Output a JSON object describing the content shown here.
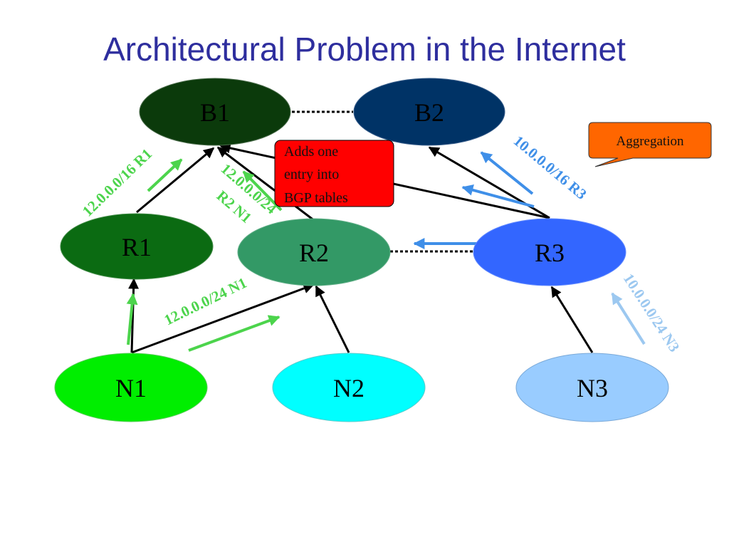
{
  "title": "Architectural Problem in the Internet",
  "nodes": {
    "b1": {
      "label": "B1",
      "color": "#0b3a0b",
      "text_color": "#000000"
    },
    "b2": {
      "label": "B2",
      "color": "#003366",
      "text_color": "#000000"
    },
    "r1": {
      "label": "R1",
      "color": "#0b6b12",
      "text_color": "#000000"
    },
    "r2": {
      "label": "R2",
      "color": "#339966",
      "text_color": "#000000"
    },
    "r3": {
      "label": "R3",
      "color": "#3366ff",
      "text_color": "#000000"
    },
    "n1": {
      "label": "N1",
      "color": "#00ee00",
      "text_color": "#000000"
    },
    "n2": {
      "label": "N2",
      "color": "#00ffff",
      "text_color": "#000000"
    },
    "n3": {
      "label": "N3",
      "color": "#99ccff",
      "text_color": "#000000"
    }
  },
  "route_labels": {
    "r1_to_b1": "12.0.0.0/16 R1",
    "r2_to_b1_line1": "12.0.0.0/24",
    "r2_to_b1_line2": "R2 N1",
    "n1_to_r2": "12.0.0.0/24 N1",
    "r3_to_b2": "10.0.0.0/16  R3",
    "n3_to_r3": "10.0.0.0/24 N3"
  },
  "callouts": {
    "bgp": {
      "lines": [
        "Adds one",
        "entry into",
        "BGP tables"
      ],
      "color": "#ff0000"
    },
    "aggregation": {
      "label": "Aggregation",
      "color": "#ff6600"
    }
  },
  "colors": {
    "title": "#2e2e9e",
    "green_route": "#4cd44c",
    "blue_route": "#3f8fe8",
    "light_blue_route": "#9cc8f0",
    "link": "#000000"
  }
}
